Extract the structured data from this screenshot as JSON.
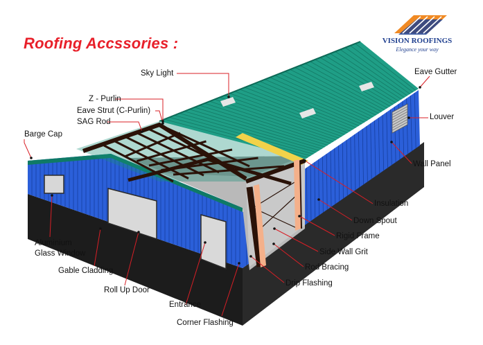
{
  "heading": "Roofing Accssories :",
  "brand": {
    "name": "VISION ROOFINGS",
    "tagline": "Elegance your way",
    "colors": [
      "#f08a24",
      "#1f3f8f"
    ]
  },
  "colors": {
    "roof": "#1f9e86",
    "wall": "#2b5fd9",
    "base": "#1c1c1c",
    "frame": "#2a1208",
    "insulation": "#f2d24a",
    "leader": "#d81f26",
    "heading": "#e8202a"
  },
  "labels": {
    "sky_light": "Sky Light",
    "z_purlin": "Z - Purlin",
    "eave_strut": "Eave Strut (C-Purlin)",
    "sag_rod": "SAG Rod",
    "barge_cap": "Barge Cap",
    "eave_gutter": "Eave Gutter",
    "louver": "Louver",
    "wall_panel": "Wall Panel",
    "insulation": "Insulation",
    "down_spout": "Down Spout",
    "rigid_frame": "Rigid Frame",
    "side_wall_grit": "Side Wall Grit",
    "rod_bracing": "Rod Bracing",
    "drip_flashing": "Drip Flashing",
    "aluminium_window_line1": "Aluminium",
    "aluminium_window_line2": "Glass Window",
    "gable_cladding": "Gable Cladding",
    "roll_up_door": "Roll Up Door",
    "entrance": "Entrance",
    "corner_flashing": "Corner Flashing"
  }
}
